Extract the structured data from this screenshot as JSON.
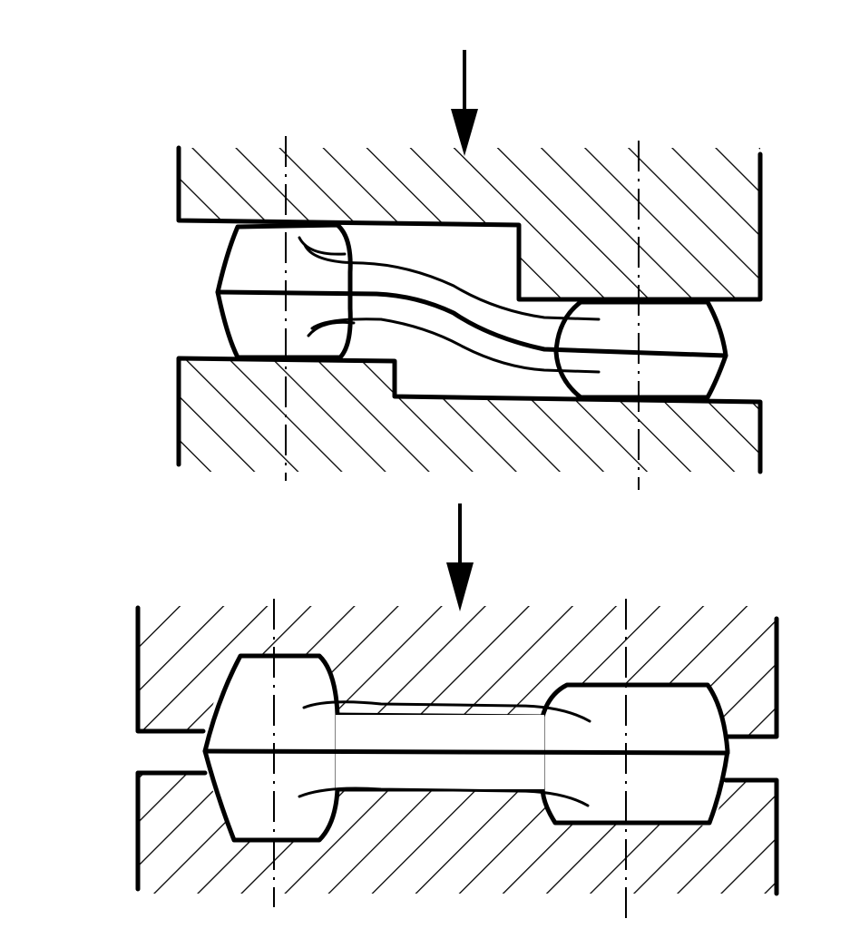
{
  "diagram": {
    "stages": [
      {
        "id": "stage-offset",
        "dies": [
          "upper-die",
          "lower-die"
        ],
        "workpiece": "offset-workpiece"
      },
      {
        "id": "stage-aligned",
        "dies": [
          "upper-die",
          "lower-die"
        ],
        "workpiece": "aligned-workpiece"
      }
    ],
    "colors": {
      "stroke": "#000000",
      "background": "#ffffff"
    },
    "icons": [
      "arrow-down-icon",
      "arrow-down-icon"
    ]
  }
}
